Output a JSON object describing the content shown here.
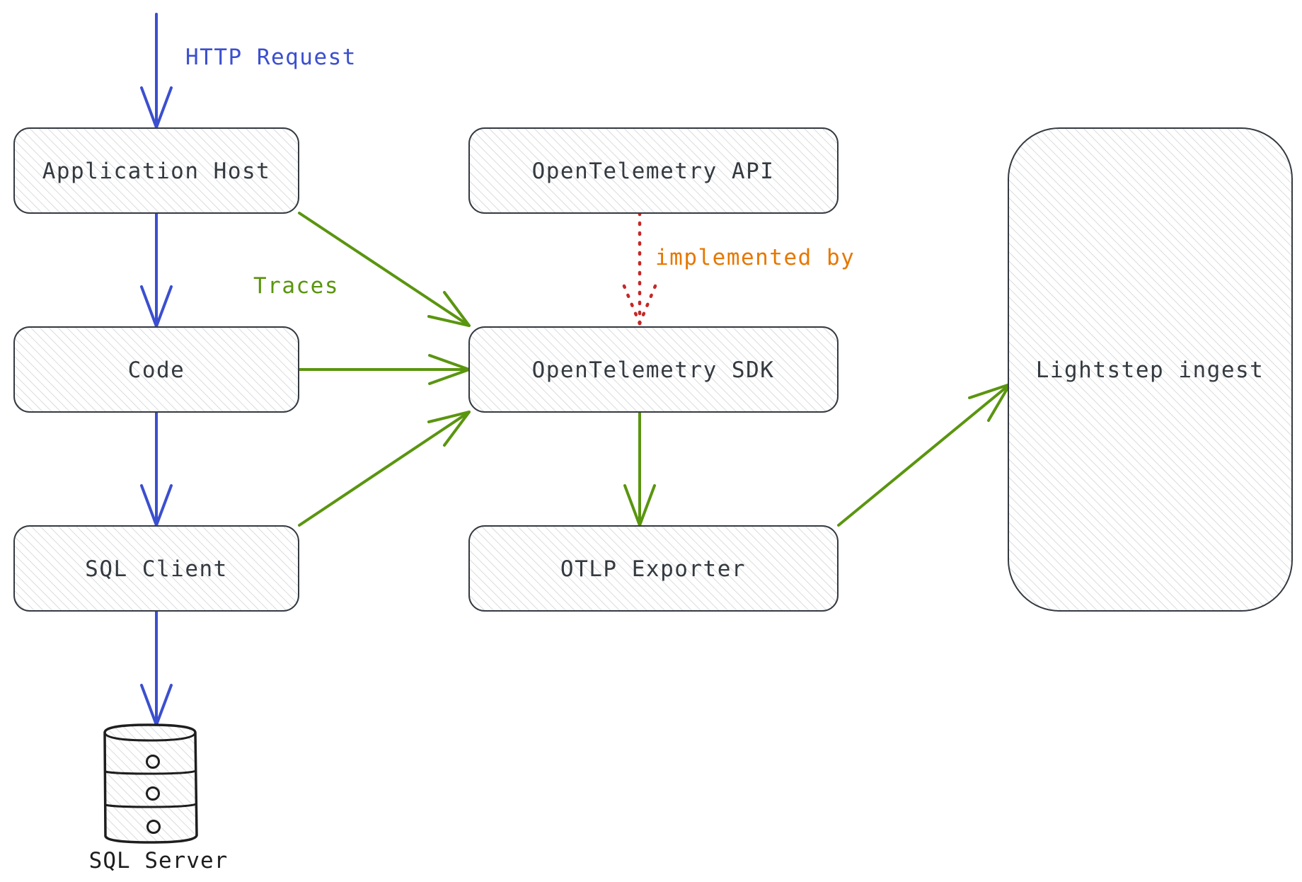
{
  "nodes": {
    "application_host": "Application Host",
    "code": "Code",
    "sql_client": "SQL Client",
    "otel_api": "OpenTelemetry API",
    "otel_sdk": "OpenTelemetry SDK",
    "otlp_exporter": "OTLP Exporter",
    "lightstep_ingest": "Lightstep ingest",
    "sql_server": "SQL Server"
  },
  "edges": {
    "http_request": "HTTP Request",
    "traces": "Traces",
    "implemented_by": "implemented by"
  },
  "colors": {
    "request_flow": "#3b4fcf",
    "traces_flow": "#5a950f",
    "implemented_by_text": "#e67700",
    "implemented_by_line": "#c62828",
    "box_stroke": "#343a40",
    "box_hatch": "#d0d3d6"
  }
}
